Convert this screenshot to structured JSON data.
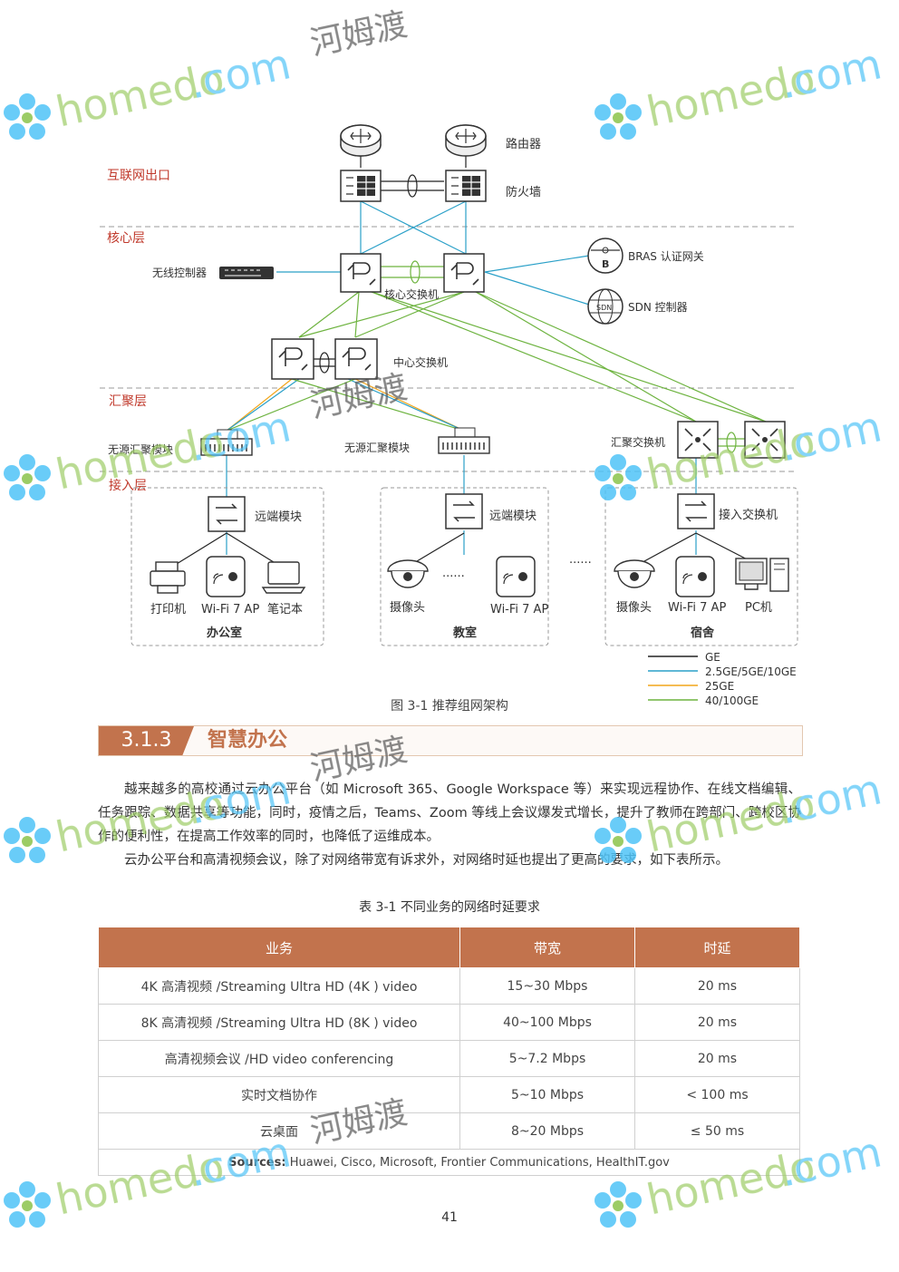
{
  "diagram": {
    "layers": {
      "internet": "互联网出口",
      "core": "核心层",
      "aggregation": "汇聚层",
      "access": "接入层"
    },
    "labels": {
      "router": "路由器",
      "firewall": "防火墙",
      "wireless_controller": "无线控制器",
      "core_switch": "核心交换机",
      "bras": "BRAS 认证网关",
      "sdn": "SDN  控制器",
      "center_switch": "中心交换机",
      "passive_module_1": "无源汇聚模块",
      "passive_module_2": "无源汇聚模块",
      "agg_switch": "汇聚交换机",
      "remote_module_1": "远端模块",
      "remote_module_2": "远端模块",
      "access_switch": "接入交换机",
      "printer": "打印机",
      "wifi_ap_1": "Wi-Fi 7 AP",
      "laptop": "笔记本",
      "camera_1": "摄像头",
      "dots_1": "······",
      "wifi_ap_2": "Wi-Fi 7 AP",
      "dots_2": "······",
      "camera_2": "摄像头",
      "wifi_ap_3": "Wi-Fi 7 AP",
      "pc": "PC机",
      "office": "办公室",
      "classroom": "教室",
      "dorm": "宿舍",
      "bras_badge": "B",
      "sdn_badge": "SDN"
    },
    "legend": [
      {
        "label": "GE",
        "color": "#222222"
      },
      {
        "label": "2.5GE/5GE/10GE",
        "color": "#2aa0c8"
      },
      {
        "label": "25GE",
        "color": "#f2a51a"
      },
      {
        "label": "40/100GE",
        "color": "#6db33f"
      }
    ],
    "caption": "图 3-1 推荐组网架构"
  },
  "section": {
    "number": "3.1.3",
    "title": "智慧办公"
  },
  "paragraphs": [
    "越来越多的高校通过云办公平台（如 Microsoft 365、Google Workspace 等）来实现远程协作、在线文档编辑、任务跟踪、数据共享等功能，同时，疫情之后，Teams、Zoom 等线上会议爆发式增长，提升了教师在跨部门、跨校区协作的便利性，在提高工作效率的同时，也降低了运维成本。",
    "云办公平台和高清视频会议，除了对网络带宽有诉求外，对网络时延也提出了更高的要求，如下表所示。"
  ],
  "table": {
    "caption": "表 3-1 不同业务的网络时延要求",
    "headers": [
      "业务",
      "带宽",
      "时延"
    ],
    "rows": [
      [
        "4K 高清视频 /Streaming Ultra HD (4K ) video",
        "15~30 Mbps",
        "20 ms"
      ],
      [
        "8K 高清视频 /Streaming Ultra HD (8K ) video",
        "40~100 Mbps",
        "20 ms"
      ],
      [
        "高清视频会议 /HD video conferencing",
        "5~7.2 Mbps",
        "20 ms"
      ],
      [
        "实时文档协作",
        "5~10 Mbps",
        "< 100 ms"
      ],
      [
        "云桌面",
        "8~20 Mbps",
        "≤ 50 ms"
      ]
    ],
    "source_label": "Sources:",
    "source_text": " Huawei, Cisco, Microsoft, Frontier Communications, HealthIT.gov"
  },
  "page_number": "41",
  "watermark": {
    "brand": "homedo",
    "domain": ".com",
    "cn": "河姆渡"
  }
}
